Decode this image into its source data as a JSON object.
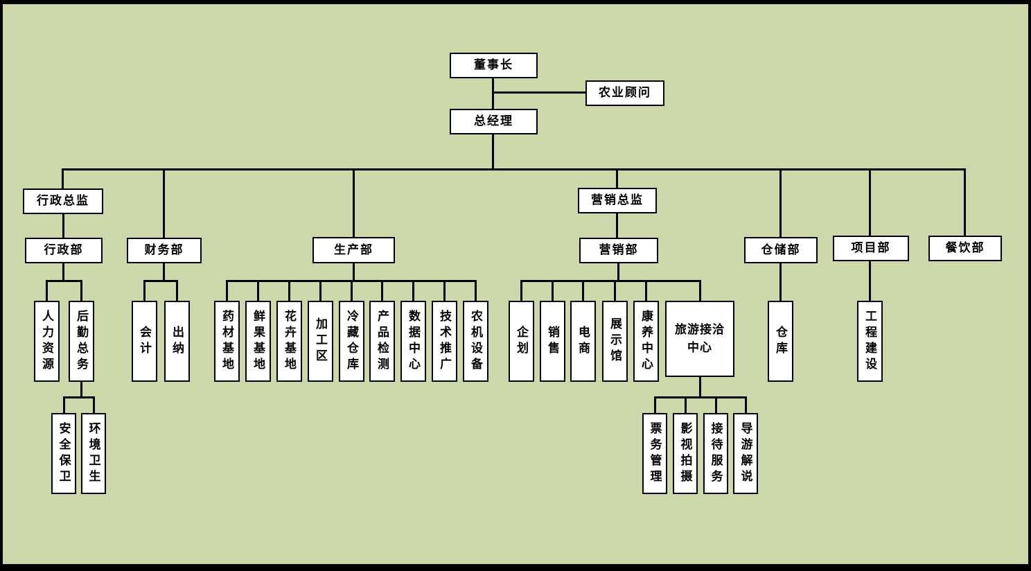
{
  "colors": {
    "background": "#ccd8aa",
    "box_fill": "#ffffff",
    "box_border": "#000000",
    "line": "#000000",
    "text": "#000000"
  },
  "org": {
    "chairman": {
      "label": "董事长"
    },
    "advisor": {
      "label": "农业顾问"
    },
    "general_manager": {
      "label": "总经理"
    },
    "departments": {
      "admin_director": {
        "label": "行政总监",
        "admin_dept": {
          "label": "行政部",
          "hr": {
            "label": "人力资源"
          },
          "logistics": {
            "label": "后勤总务",
            "security": {
              "label": "安全保卫"
            },
            "sanitation": {
              "label": "环境卫生"
            }
          }
        }
      },
      "finance_dept": {
        "label": "财务部",
        "accounting": {
          "label": "会计"
        },
        "cashier": {
          "label": "出纳"
        }
      },
      "production_dept": {
        "label": "生产部",
        "herb_base": {
          "label": "药材基地"
        },
        "fruit_base": {
          "label": "鲜果基地"
        },
        "flower_base": {
          "label": "花卉基地"
        },
        "processing_zone": {
          "label": "加工区"
        },
        "cold_storage": {
          "label": "冷藏仓库"
        },
        "product_testing": {
          "label": "产品检测"
        },
        "data_center": {
          "label": "数据中心"
        },
        "tech_promotion": {
          "label": "技术推广"
        },
        "machinery": {
          "label": "农机设备"
        }
      },
      "marketing_director": {
        "label": "营销总监",
        "marketing_dept": {
          "label": "营销部",
          "planning": {
            "label": "企划"
          },
          "sales": {
            "label": "销售"
          },
          "ecommerce": {
            "label": "电商"
          },
          "exhibition_hall": {
            "label": "展示馆"
          },
          "wellness_center": {
            "label": "康养中心"
          },
          "tourism_center": {
            "label": "旅游接洽中心",
            "ticketing": {
              "label": "票务管理"
            },
            "film_media": {
              "label": "影视拍摄"
            },
            "reception_service": {
              "label": "接待服务"
            },
            "tour_guide": {
              "label": "导游解说"
            }
          }
        }
      },
      "warehouse_dept": {
        "label": "仓储部",
        "warehouse": {
          "label": "仓库"
        }
      },
      "project_dept": {
        "label": "项目部",
        "engineering": {
          "label": "工程建设"
        }
      },
      "catering_dept": {
        "label": "餐饮部"
      }
    }
  }
}
